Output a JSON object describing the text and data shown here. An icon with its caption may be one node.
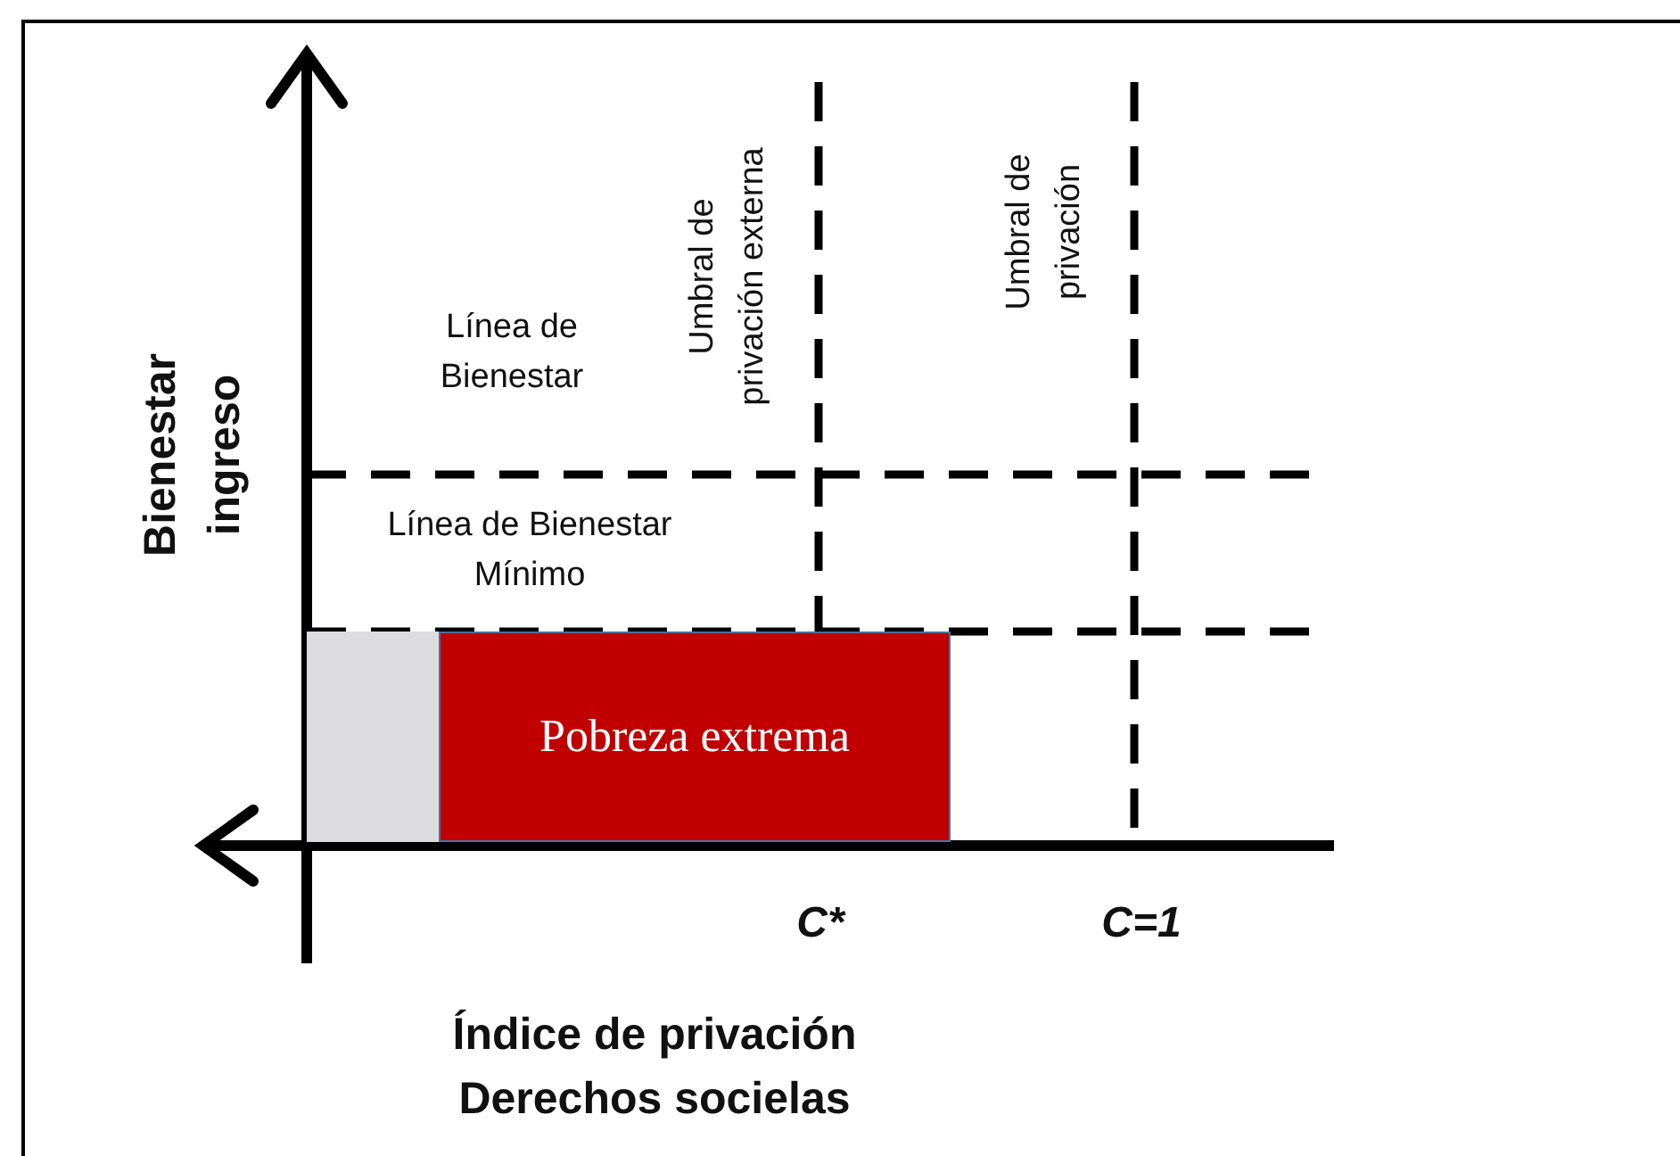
{
  "diagram": {
    "nodes": [
      {
        "text": [],
        "shape": "box"
      },
      {
        "text": [
          "Pobreza extrema"
        ]
      }
    ],
    "labels": [
      "Línea de Bienestar",
      "Umbral de privación externa",
      "Umbral de privación",
      "Línea de Bienestar Mínimo",
      "Bienestar ingreso",
      "C*",
      "C=1",
      "Índice de privación Derechos socielas"
    ]
  }
}
